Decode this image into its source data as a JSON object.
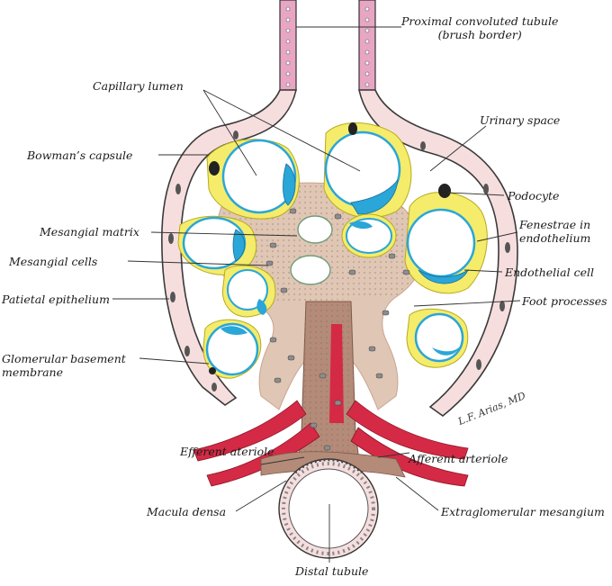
{
  "labels": {
    "proximal_tubule_1": "Proximal convoluted tubule",
    "proximal_tubule_2": "(brush border)",
    "capillary_lumen": "Capillary lumen",
    "urinary_space": "Urinary space",
    "bowmans_capsule": "Bowman’s capsule",
    "podocyte": "Podocyte",
    "fenestrae_1": "Fenestrae in",
    "fenestrae_2": "endothelium",
    "mesangial_matrix": "Mesangial matrix",
    "mesangial_cells": "Mesangial cells",
    "endothelial_cell": "Endothelial cell",
    "patietal_epithelium": "Patietal epithelium",
    "foot_processes": "Foot processes",
    "gbm_1": "Glomerular basement",
    "gbm_2": "membrane",
    "efferent_ateriole": "Efferent ateriole",
    "afferent_arteriole": "Afferent arteriole",
    "macula_densa": "Macula densa",
    "extraglomerular_mesangium": "Extraglomerular mesangium",
    "distal_tubule": "Distal tubule"
  },
  "signature": "L.F. Arias, MD",
  "colors": {
    "capsule_fill": "#f6dede",
    "capsule_stroke": "#3a3a3a",
    "podocyte": "#f4ec6a",
    "endothelium": "#2aa6d8",
    "mesangium": "#e0c6b4",
    "arteriole_red": "#d42a45",
    "stalk_brown": "#b48a78",
    "brush_border": "#e8a6c4"
  }
}
